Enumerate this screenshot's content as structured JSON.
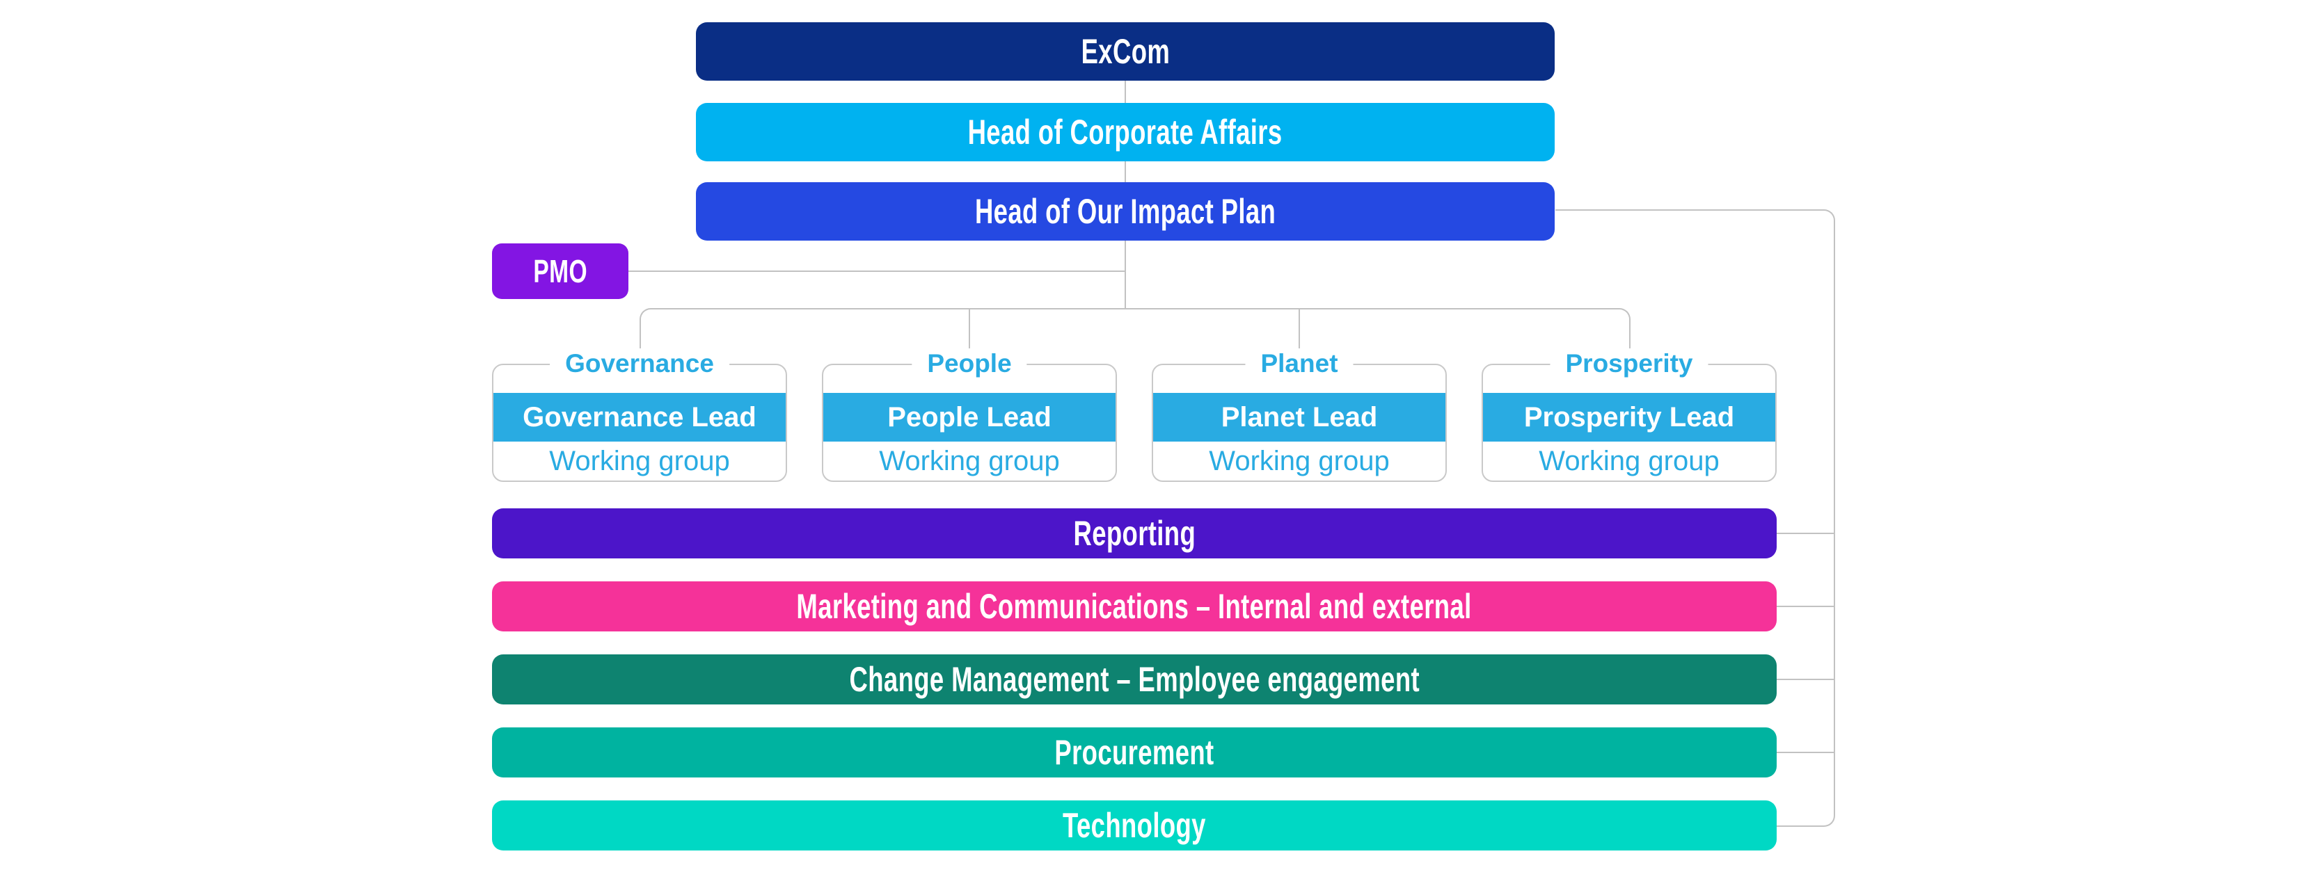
{
  "colors": {
    "excom": "#0a2e85",
    "head_corporate_affairs": "#00b2f0",
    "head_impact_plan": "#2549e2",
    "pmo": "#8315e3",
    "pillar_bar": "#29abe2",
    "pillar_text": "#29abe2",
    "connector": "#c2c2c2",
    "card_border": "#c9c9c9"
  },
  "hierarchy": {
    "excom": {
      "label": "ExCom"
    },
    "head_corporate_affairs": {
      "label": "Head of Corporate Affairs"
    },
    "head_impact_plan": {
      "label": "Head of Our Impact Plan"
    },
    "pmo": {
      "label": "PMO"
    }
  },
  "pillars": [
    {
      "title": "Governance",
      "lead": "Governance Lead",
      "working_group": "Working group"
    },
    {
      "title": "People",
      "lead": "People Lead",
      "working_group": "Working group"
    },
    {
      "title": "Planet",
      "lead": "Planet Lead",
      "working_group": "Working group"
    },
    {
      "title": "Prosperity",
      "lead": "Prosperity Lead",
      "working_group": "Working group"
    }
  ],
  "functions": [
    {
      "label": "Reporting",
      "color": "#4c15c9"
    },
    {
      "label": "Marketing and Communications – Internal and external",
      "color": "#f53299"
    },
    {
      "label": "Change Management – Employee engagement",
      "color": "#0e8370"
    },
    {
      "label": "Procurement",
      "color": "#00b3a0"
    },
    {
      "label": "Technology",
      "color": "#00d8c4"
    }
  ]
}
